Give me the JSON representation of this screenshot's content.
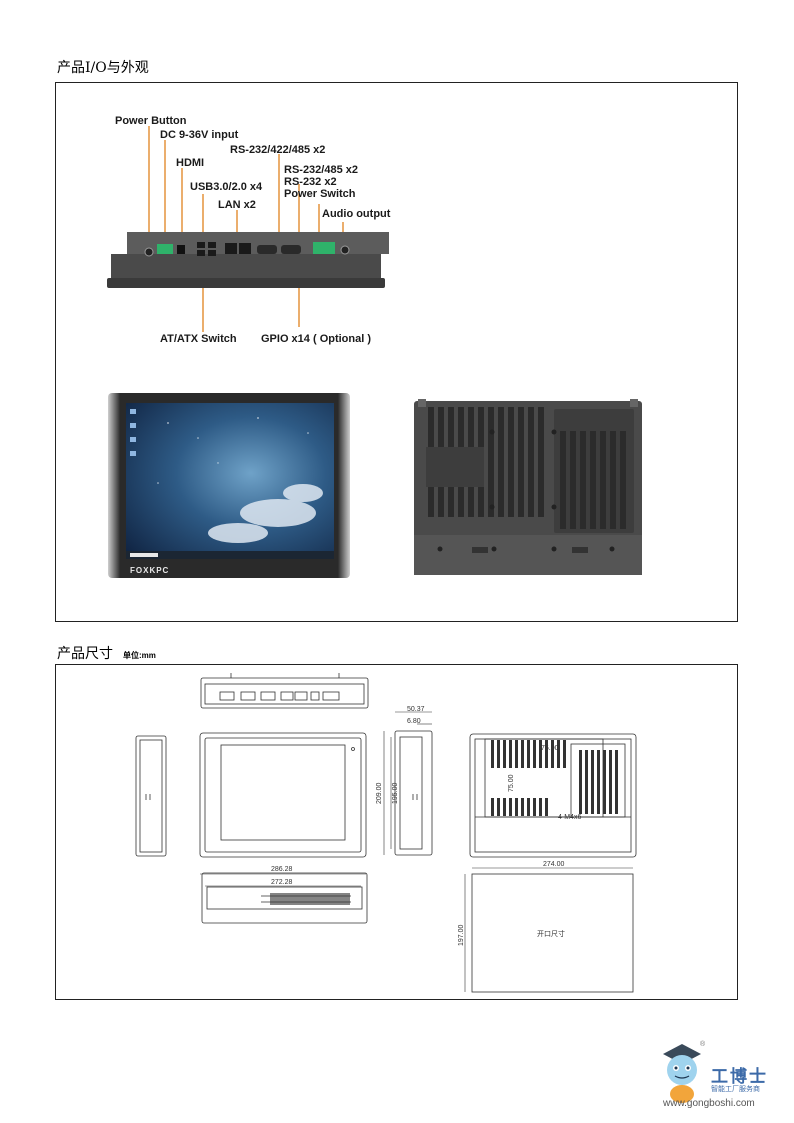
{
  "sections": {
    "io_title": "产品I/O与外观",
    "dim_title": "产品尺寸",
    "dim_unit": "单位:mm"
  },
  "io_labels": {
    "power_button": "Power Button",
    "dc_input": "DC 9-36V input",
    "hdmi": "HDMI",
    "rs232_422_485": "RS-232/422/485 x2",
    "rs232_485": "RS-232/485 x2",
    "rs232": "RS-232 x2",
    "power_switch": "Power Switch",
    "usb": "USB3.0/2.0 x4",
    "lan": "LAN x2",
    "audio": "Audio output",
    "atx": "AT/ATX Switch",
    "gpio": "GPIO x14 ( Optional )"
  },
  "front_brand": "FOXKPC",
  "dimensions": {
    "d50_37": "50.37",
    "d6_80": "6.80",
    "d209": "209.00",
    "d195": "195.00",
    "d286": "286.28",
    "d272": "272.28",
    "d75h": "75.00",
    "d75v": "75.00",
    "m4": "4-M4x6",
    "d274": "274.00",
    "d197": "197.00",
    "cutout": "开口尺寸"
  },
  "watermark": {
    "name": "工博士",
    "sub": "智能工厂服务商",
    "url": "www.gongboshi.com",
    "reg": "®"
  },
  "colors": {
    "accent_line": "#e0821e",
    "brand": "#3c6aa8"
  }
}
